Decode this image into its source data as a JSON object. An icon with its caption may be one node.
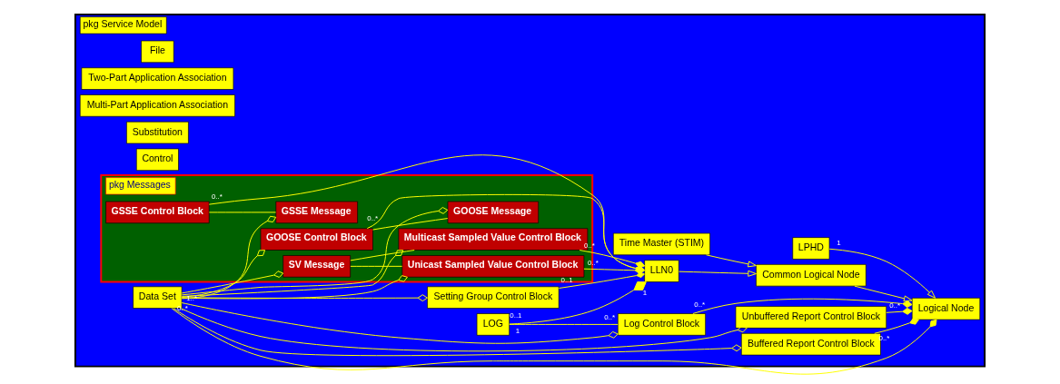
{
  "diagram": {
    "nodes": [
      {
        "text": [
          "pkg Service Model"
        ]
      },
      {
        "text": [
          "Time Master (STIM)"
        ],
        "in": 0
      },
      {
        "text": [
          "File"
        ],
        "in": 0
      },
      {
        "text": [
          "LOG"
        ],
        "in": 0
      },
      {
        "text": [
          "Two-Part Application Association"
        ],
        "in": 0
      },
      {
        "text": [
          "Setting Group Control Block"
        ],
        "in": 0
      },
      {
        "text": [
          "LLN0"
        ],
        "in": 0
      },
      {
        "text": [
          "Common Logical Node"
        ],
        "in": 0
      },
      {
        "text": [
          "Multi-Part Application Association"
        ],
        "in": 0
      },
      {
        "text": [
          "pkg Messages"
        ],
        "in": 0
      },
      {
        "text": [
          "GSSE Message"
        ],
        "in": 9
      },
      {
        "text": [
          "Logical Node"
        ],
        "in": 0
      },
      {
        "text": [
          "Log Control Block"
        ],
        "in": 0
      },
      {
        "text": [
          "GOOSE Message"
        ],
        "in": 9
      },
      {
        "text": [
          "GSSE Control Block"
        ],
        "in": 9
      },
      {
        "text": [
          "Unicast Sampled Value Control Block"
        ],
        "in": 9
      },
      {
        "text": [
          "LPHD"
        ],
        "in": 0
      },
      {
        "text": [
          "Substitution"
        ],
        "in": 0
      },
      {
        "text": [
          "Buffered Report Control Block"
        ],
        "in": 0
      },
      {
        "text": [
          "GOOSE Control Block"
        ],
        "in": 9
      },
      {
        "text": [
          "Control"
        ],
        "in": 0
      },
      {
        "text": [
          "Multicast Sampled Value Control Block"
        ],
        "in": 9
      },
      {
        "text": [
          "Data Set"
        ],
        "in": 0
      },
      {
        "text": [
          "Unbuffered Report Control Block"
        ],
        "in": 0
      },
      {
        "text": [
          "SV Message"
        ],
        "in": 9
      }
    ],
    "edges": [
      {
        "from": 1,
        "to": 7,
        "arrow": "to"
      },
      {
        "from": 6,
        "to": 7,
        "arrow": "to"
      },
      {
        "from": 7,
        "to": 11,
        "arrow": "to"
      },
      {
        "from": 16,
        "to": 11,
        "arrow": "to"
      },
      {
        "from": 3,
        "to": 12,
        "arrow": "none"
      },
      {
        "from": 5,
        "to": 6,
        "arrow": "other"
      },
      {
        "from": 3,
        "to": 6,
        "arrow": "other"
      },
      {
        "from": 14,
        "to": 6,
        "arrow": "other"
      },
      {
        "from": 19,
        "to": 6,
        "arrow": "other"
      },
      {
        "from": 15,
        "to": 6,
        "arrow": "other"
      },
      {
        "from": 21,
        "to": 6,
        "arrow": "other"
      },
      {
        "from": 22,
        "to": 5,
        "arrow": "other"
      },
      {
        "from": 22,
        "to": 19,
        "arrow": "other"
      },
      {
        "from": 22,
        "to": 24,
        "arrow": "other"
      },
      {
        "from": 22,
        "to": 10,
        "arrow": "other"
      },
      {
        "from": 22,
        "to": 13,
        "arrow": "other"
      },
      {
        "from": 22,
        "to": 15,
        "arrow": "other"
      },
      {
        "from": 22,
        "to": 21,
        "arrow": "other"
      },
      {
        "from": 14,
        "to": 10,
        "arrow": "none"
      },
      {
        "from": 19,
        "to": 13,
        "arrow": "none"
      },
      {
        "from": 24,
        "to": 15,
        "arrow": "none"
      },
      {
        "from": 24,
        "to": 21,
        "arrow": "none"
      },
      {
        "from": 12,
        "to": 11,
        "arrow": "other"
      },
      {
        "from": 18,
        "to": 11,
        "arrow": "other"
      },
      {
        "from": 23,
        "to": 11,
        "arrow": "other"
      },
      {
        "from": 22,
        "to": 11,
        "arrow": "other"
      },
      {
        "from": 22,
        "to": 12,
        "arrow": "other"
      },
      {
        "from": 22,
        "to": 18,
        "arrow": "other"
      },
      {
        "from": 22,
        "to": 23,
        "arrow": "other"
      }
    ],
    "labels": [
      "1",
      "1",
      "0..1",
      "0..1",
      "0..*",
      "0..*",
      "1",
      "0..*",
      "0..*",
      "0..*",
      "0..*",
      "0..*",
      "0..*",
      "0..*",
      "1..*"
    ]
  }
}
